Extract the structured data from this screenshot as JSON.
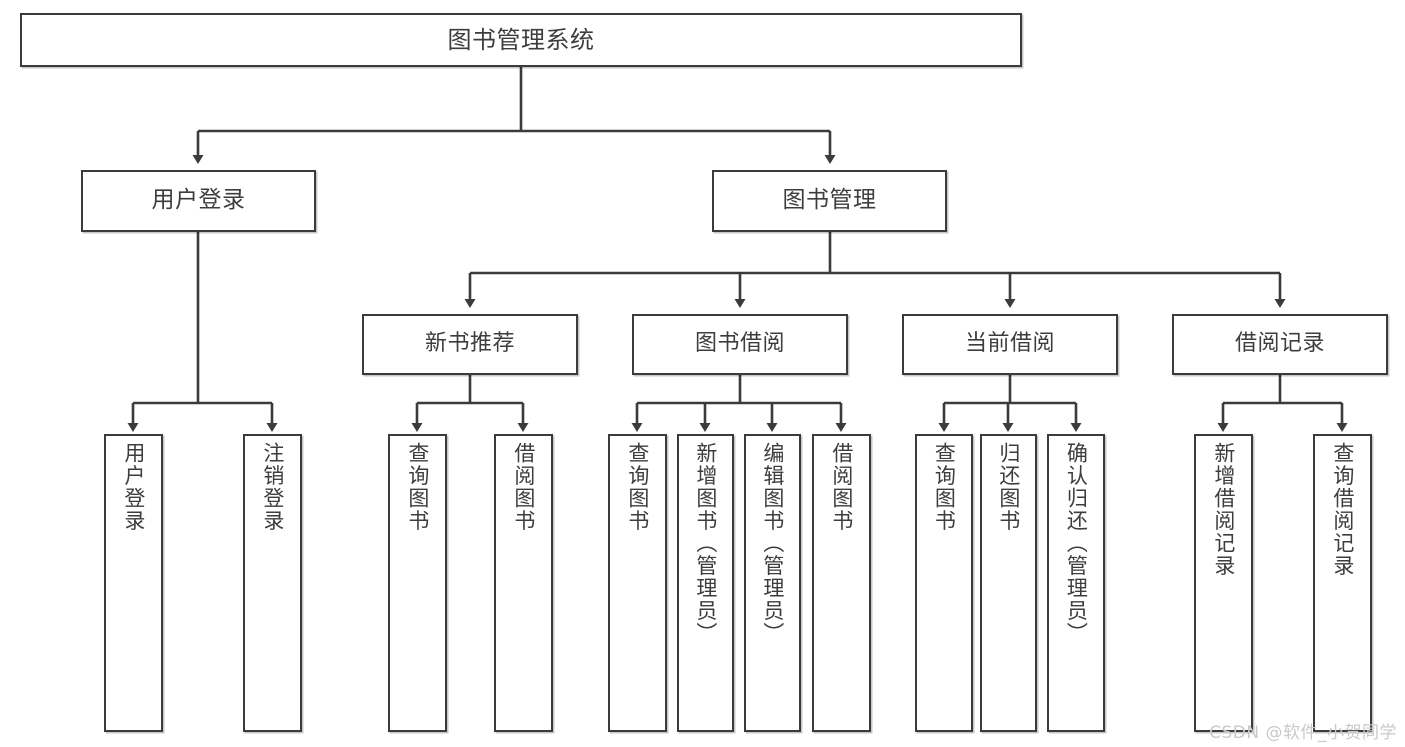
{
  "diagram": {
    "type": "tree",
    "title": "图书管理系统",
    "root": {
      "label": "图书管理系统"
    },
    "level2": [
      {
        "label": "用户登录"
      },
      {
        "label": "图书管理"
      }
    ],
    "level3": [
      {
        "label": "新书推荐"
      },
      {
        "label": "图书借阅"
      },
      {
        "label": "当前借阅"
      },
      {
        "label": "借阅记录"
      }
    ],
    "leaves": {
      "user_login": [
        {
          "label": "用户登录"
        },
        {
          "label": "注销登录"
        }
      ],
      "new_book_recommend": [
        {
          "label": "查询图书"
        },
        {
          "label": "借阅图书"
        }
      ],
      "book_borrow": [
        {
          "label": "查询图书"
        },
        {
          "label": "新增图书（管理员）"
        },
        {
          "label": "编辑图书（管理员）"
        },
        {
          "label": "借阅图书"
        }
      ],
      "current_borrow": [
        {
          "label": "查询图书"
        },
        {
          "label": "归还图书"
        },
        {
          "label": "确认归还（管理员）"
        }
      ],
      "borrow_record": [
        {
          "label": "新增借阅记录"
        },
        {
          "label": "查询借阅记录"
        }
      ]
    }
  },
  "watermark": {
    "text": "CSDN @软件_小贺同学"
  },
  "colors": {
    "stroke": "#3b3b3b",
    "text": "#3d3d3d",
    "background": "#ffffff",
    "watermark": "#c9c9c9"
  }
}
